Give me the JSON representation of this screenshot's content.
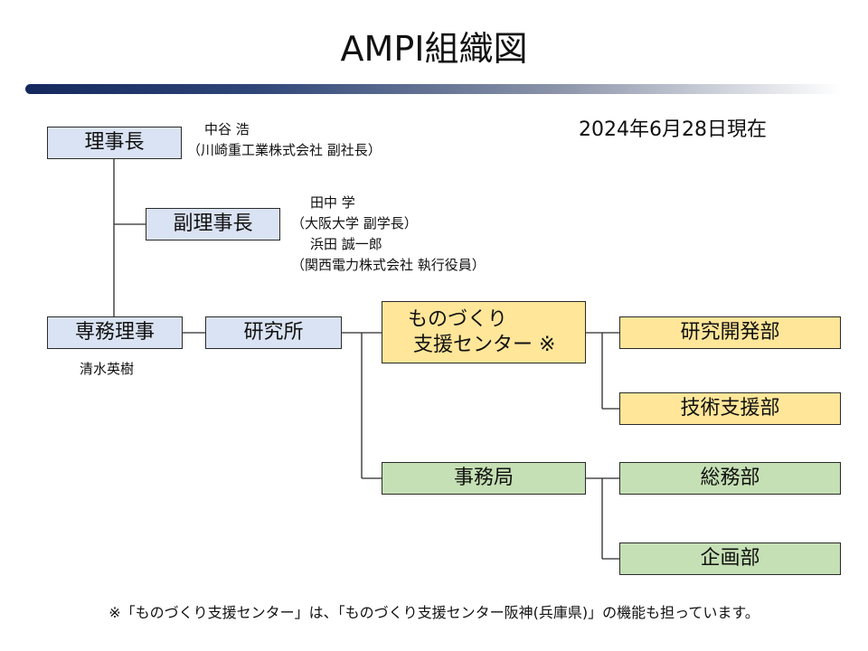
{
  "title": "AMPI組織図",
  "as_of": "2024年6月28日現在",
  "chairman": {
    "label": "理事長",
    "name": "中谷 浩",
    "affiliation": "（川崎重工業株式会社  副社長）"
  },
  "vice_chairman": {
    "label": "副理事長",
    "members": [
      {
        "name": "田中  学",
        "affiliation": "（大阪大学  副学長）"
      },
      {
        "name": "浜田  誠一郎",
        "affiliation": "（関西電力株式会社  執行役員）"
      }
    ]
  },
  "executive_director": {
    "label": "専務理事",
    "name": "清水英樹"
  },
  "institute": {
    "label": "研究所"
  },
  "monozukuri_center": {
    "line1": "ものづくり",
    "line2": "支援センター ※"
  },
  "secretariat": {
    "label": "事務局"
  },
  "departments": {
    "rd": "研究開発部",
    "tech_support": "技術支援部",
    "general_affairs": "総務部",
    "planning": "企画部"
  },
  "footnote": "※「ものづくり支援センター」は、「ものづくり支援センター阪神(兵庫県)」の機能も担っています。",
  "colors": {
    "title_bar_dark": "#14285e",
    "box_blue": "#dae3f3",
    "box_yellow": "#ffe699",
    "box_green": "#c5e0b4",
    "line": "#2a2a2a"
  }
}
